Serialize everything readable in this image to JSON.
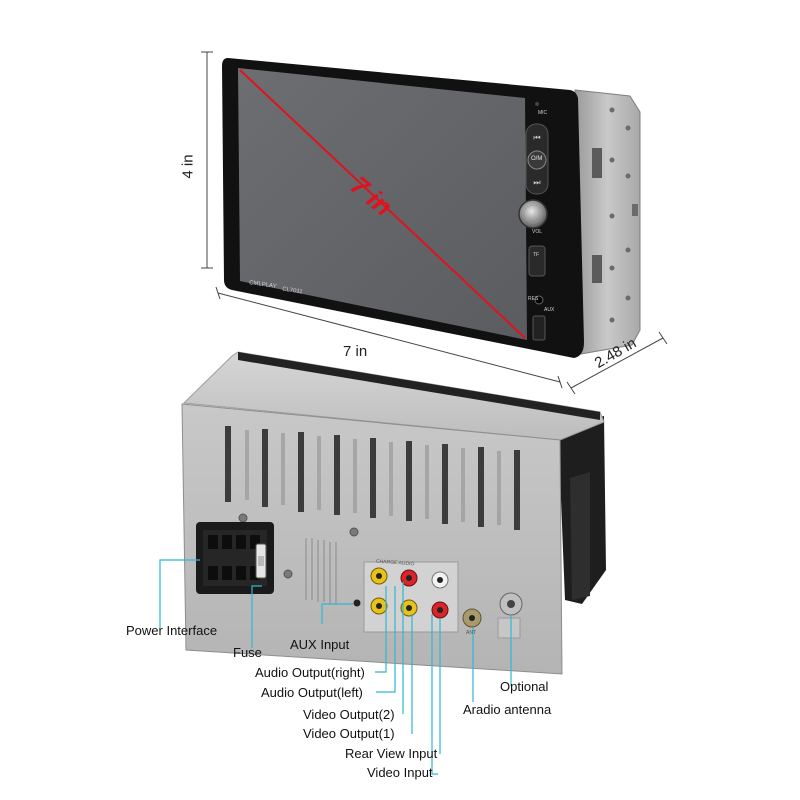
{
  "dimensions": {
    "diagonal": "7 in",
    "height": "4 in",
    "width": "7 in",
    "depth": "2.48 in"
  },
  "front_panel": {
    "brand_left": "CMLPLAY",
    "brand_mid": "CL7011",
    "mic": "MIC",
    "mode_button": "O/M",
    "vol": "VOL",
    "tf": "TF",
    "aux": "AUX",
    "rst": "RES"
  },
  "rear_panel": {
    "rca_top": "CHARGE AUDIO",
    "antenna_jack": "ANT"
  },
  "callouts": {
    "power_interface": "Power Interface",
    "fuse": "Fuse",
    "aux_input": "AUX Input",
    "audio_output_right": "Audio Output(right)",
    "audio_output_left": "Audio Output(left)",
    "video_output_2": "Video Output(2)",
    "video_output_1": "Video Output(1)",
    "rear_view_input": "Rear View Input",
    "video_input": "Video Input",
    "optional": "Optional",
    "radio_antenna": "Aradio antenna"
  },
  "colors": {
    "leader_line": "#2fb8d3",
    "diagonal": "#e0131d",
    "rca_yellow": "#e8c21a",
    "rca_red": "#d8242a",
    "rca_white": "#f2f2f2"
  }
}
